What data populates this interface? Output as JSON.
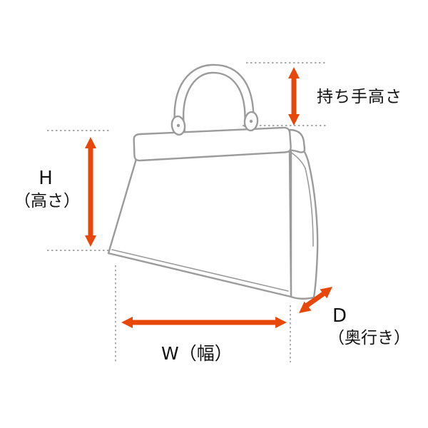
{
  "diagram": {
    "type": "bag-dimension-diagram",
    "object": "handbag line art with measurement arrows",
    "labels": {
      "handle_height": "持ち手高さ",
      "height_letter": "H",
      "height_sub": "（高さ）",
      "width": "W（幅）",
      "depth_letter": "D",
      "depth_sub": "（奥行き）"
    },
    "colors": {
      "arrow": "#e8470a",
      "line_art": "#9b9b9b",
      "guide": "#8f8f8f",
      "text": "#111111",
      "background": "#ffffff"
    }
  }
}
